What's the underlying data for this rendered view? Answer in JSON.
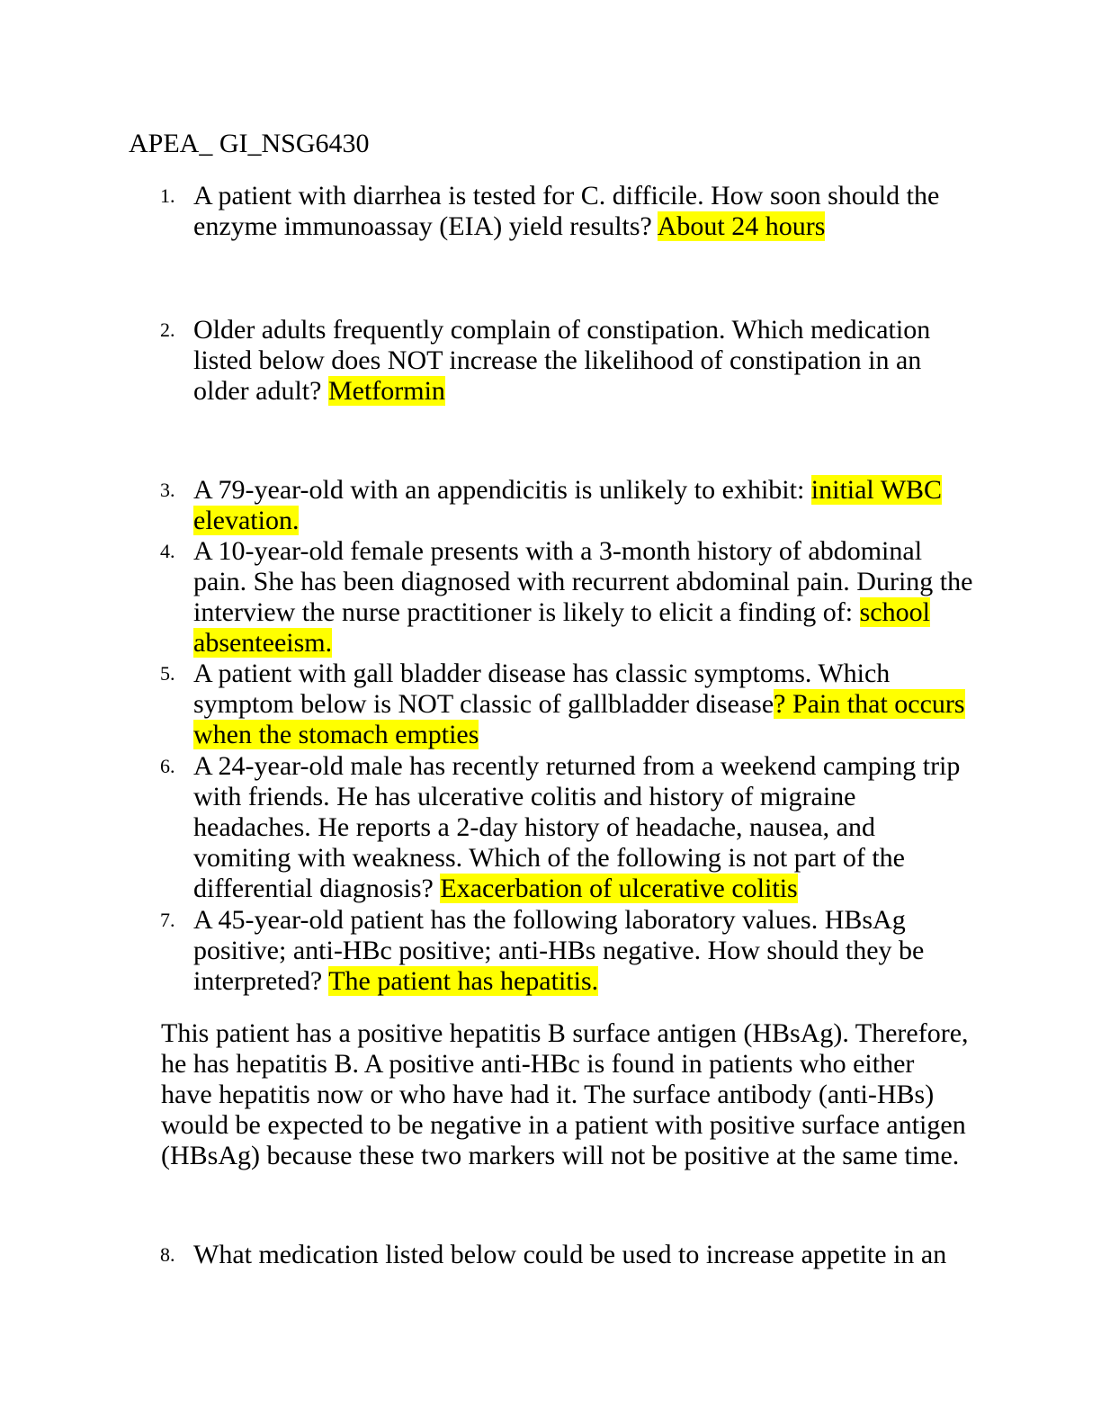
{
  "document": {
    "title": "APEA_ GI_NSG6430",
    "highlight_color": "#ffff00",
    "questions": [
      {
        "number": "1.",
        "text": "A patient with diarrhea is tested for C. difficile. How soon should the enzyme immunoassay (EIA) yield results? ",
        "answer": "About 24 hours"
      },
      {
        "number": "2.",
        "text": "Older adults frequently complain of constipation. Which medication listed below does NOT increase the likelihood of constipation in an older adult? ",
        "answer": "Metformin"
      },
      {
        "number": "3.",
        "text": "A 79-year-old with an appendicitis is unlikely to exhibit: ",
        "answer": "initial WBC elevation."
      },
      {
        "number": "4.",
        "text": "A 10-year-old female presents with a 3-month history of abdominal pain. She has been diagnosed with recurrent abdominal pain. During the interview the nurse practitioner is likely to elicit a finding of: ",
        "answer": "school absenteeism."
      },
      {
        "number": "5.",
        "text": "A patient with gall bladder disease has classic symptoms. Which symptom below is NOT classic of gallbladder disease",
        "answer": "? Pain that occurs when the stomach empties"
      },
      {
        "number": "6.",
        "text": "A 24-year-old male has recently returned from a weekend camping trip with friends. He has ulcerative colitis and history of migraine headaches. He reports a 2-day history of headache, nausea, and vomiting with weakness. Which of the following is not part of the differential diagnosis? ",
        "answer": "Exacerbation of ulcerative colitis"
      },
      {
        "number": "7.",
        "text": "A 45-year-old patient has the following laboratory values. HBsAg positive; anti-HBc positive; anti-HBs negative. How should they be interpreted? ",
        "answer": "The patient has hepatitis."
      },
      {
        "number": "8.",
        "text": "What medication listed below could be used to increase appetite in an",
        "answer": ""
      }
    ],
    "explanation": "This patient has a positive hepatitis B surface antigen (HBsAg). Therefore, he has hepatitis B. A positive anti-HBc is found in patients who either have hepatitis now or who have had it. The surface antibody (anti-HBs) would be expected to be negative in a patient with positive surface antigen (HBsAg) because these two markers will not be positive at the same time."
  }
}
